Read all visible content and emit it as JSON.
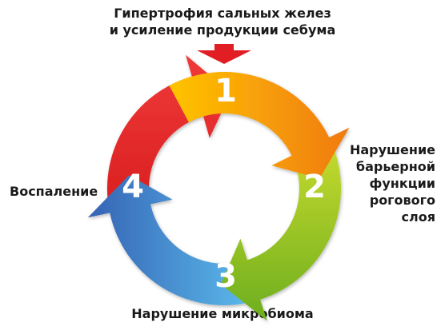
{
  "stages": [
    {
      "number": "1",
      "label_lines": [
        "Гипертрофия сальных желез",
        "и усиление продукции себума"
      ],
      "color_start": "#FFC400",
      "color_end": "#F07A10"
    },
    {
      "number": "2",
      "label_lines": [
        "Нарушение",
        "барьерной",
        "функции",
        "рогового",
        "слоя"
      ],
      "color_start": "#C4D92E",
      "color_end": "#6DAE1E"
    },
    {
      "number": "3",
      "label": "Нарушение микробиома",
      "color_start": "#5AB8EA",
      "color_end": "#3563B4"
    },
    {
      "number": "4",
      "label": "Воспаление",
      "color_start": "#D91F1F",
      "color_end": "#F03A3A"
    }
  ],
  "pointer_color": "#E01E24"
}
